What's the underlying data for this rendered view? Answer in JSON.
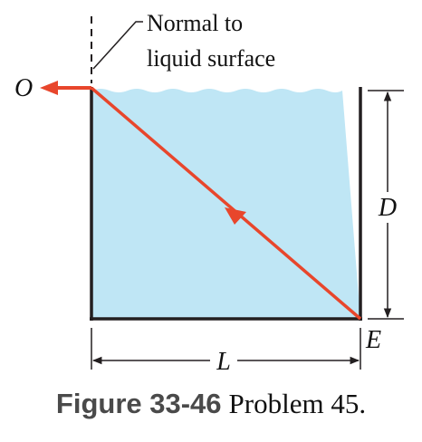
{
  "labels": {
    "normal": [
      "Normal to",
      "liquid surface"
    ],
    "point_o": "O",
    "point_e": "E",
    "depth": "D",
    "length": "L"
  },
  "caption": {
    "label": "Figure 33-46",
    "text": "Problem 45."
  },
  "colors": {
    "liquid": "#bfe6f5",
    "ray": "#e8462c",
    "wall": "#231f20",
    "text": "#111111"
  }
}
